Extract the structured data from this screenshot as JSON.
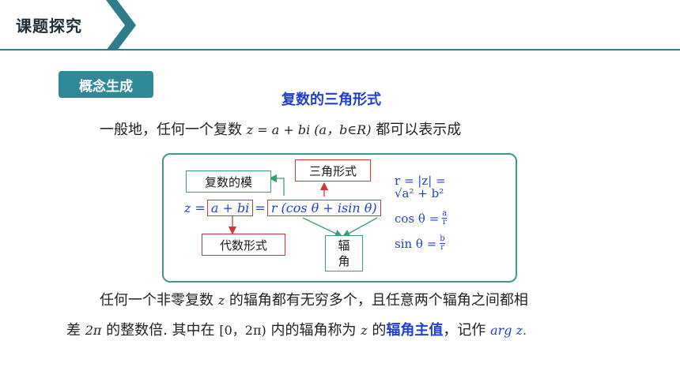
{
  "header": {
    "title": "课题探究"
  },
  "concept_tag": "概念生成",
  "section_title": "复数的三角形式",
  "intro": {
    "text1": "一般地，任何一个复数",
    "formula": "z = a + bi (a，b∈R)",
    "text2": "都可以表示成"
  },
  "diagram": {
    "box_modulus": "复数的模",
    "box_trig": "三角形式",
    "box_algebraic": "代数形式",
    "box_argument": "辐角",
    "eq_lhs": "z =",
    "eq_algebraic": "a + bi",
    "eq_equal": "=",
    "eq_trig": "r (cos θ + isin θ)",
    "formula_r_lhs": "r = |z| =",
    "formula_r_rhs": "√a² + b²",
    "formula_cos_lhs": "cos θ =",
    "cos_num": "a",
    "cos_den": "r",
    "formula_sin_lhs": "sin θ =",
    "sin_num": "b",
    "sin_den": "r"
  },
  "paragraph2": {
    "line1_text1": "任何一个非零复数",
    "line1_var": "z",
    "line1_text2": "的辐角都有无穷多个，且任意两个辐角之间都相",
    "line2_text1": "差",
    "line2_math1": "2π",
    "line2_text2": "的整数倍. 其中在",
    "line2_math2": "[0，2π)",
    "line2_text3": "内的辐角称为",
    "line2_var": "z",
    "line2_text4": "的",
    "line2_highlight": "辐角主值",
    "line2_text5": "，记作",
    "line2_arg": "arg z."
  },
  "colors": {
    "teal": "#2e8a96",
    "blue": "#1f3fd0",
    "green": "#3aa070",
    "red": "#d03838"
  }
}
